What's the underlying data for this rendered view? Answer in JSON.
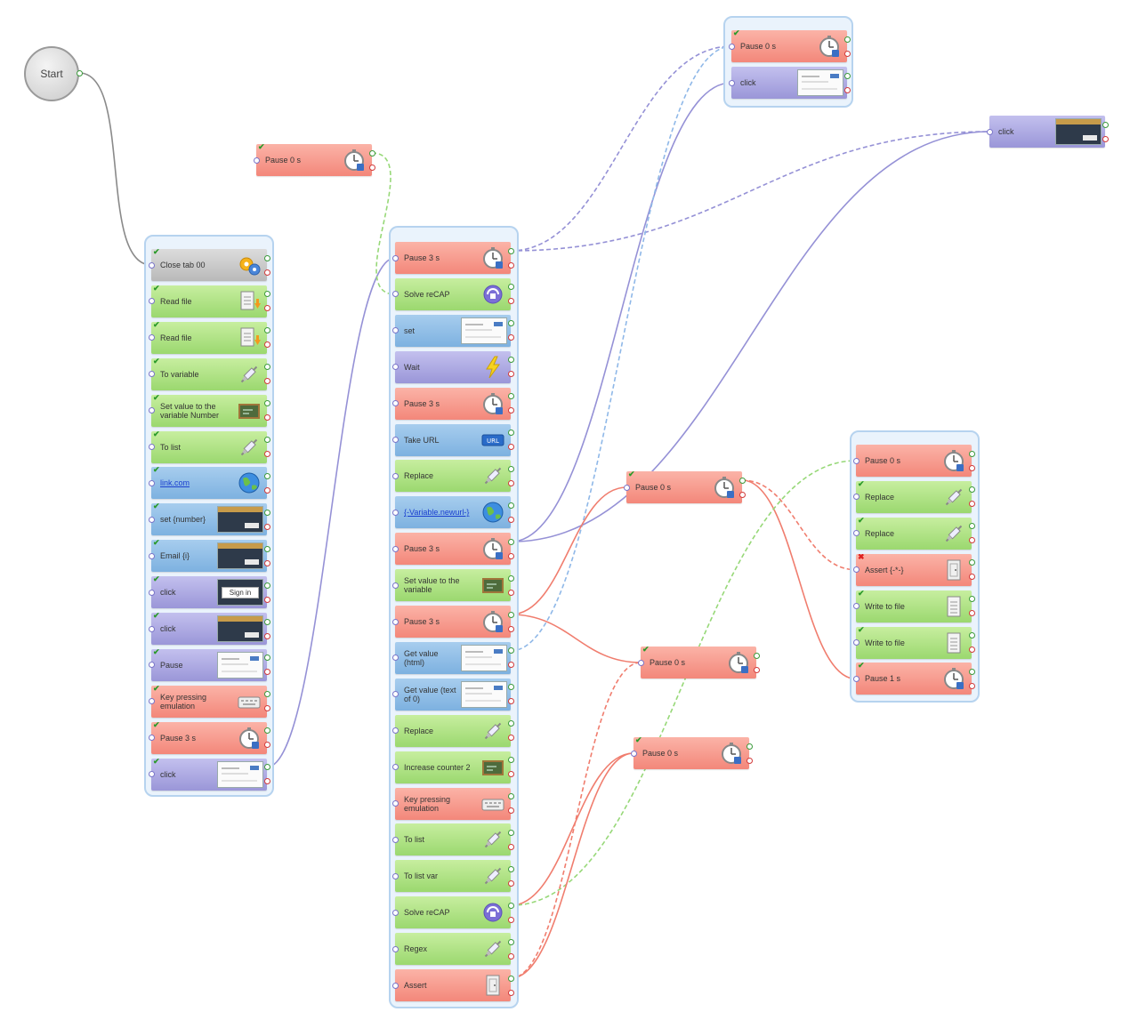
{
  "start": {
    "label": "Start"
  },
  "nodes": [
    {
      "id": "float-pause-top",
      "label": "Pause 0 s",
      "color": "red",
      "icon": "stopwatch-icon",
      "check": true
    },
    {
      "id": "g1-1",
      "label": "Close tab 00",
      "color": "gray",
      "icon": "gears-icon",
      "check": true
    },
    {
      "id": "g1-2",
      "label": "Read file",
      "color": "green",
      "icon": "file-download-icon",
      "check": true
    },
    {
      "id": "g1-3",
      "label": "Read file",
      "color": "green",
      "icon": "file-download-icon",
      "check": true
    },
    {
      "id": "g1-4",
      "label": "To variable",
      "color": "green",
      "icon": "syringe-icon",
      "check": true
    },
    {
      "id": "g1-5",
      "label": "Set value to the variable Number",
      "color": "green",
      "icon": "chalkboard-icon",
      "check": true
    },
    {
      "id": "g1-6",
      "label": "To list",
      "color": "green",
      "icon": "syringe-icon",
      "check": true
    },
    {
      "id": "g1-7",
      "label": "link.com",
      "color": "blue",
      "icon": "globe-icon",
      "check": true,
      "link": true
    },
    {
      "id": "g1-8",
      "label": "set {number}",
      "color": "blue",
      "icon": "thumb-dark-icon",
      "check": true
    },
    {
      "id": "g1-9",
      "label": "Email {i}",
      "color": "blue",
      "icon": "thumb-dark-icon",
      "check": true
    },
    {
      "id": "g1-10",
      "label": "click",
      "color": "purple",
      "icon": "thumb-signin-icon",
      "thumb_text": "Sign in",
      "check": true
    },
    {
      "id": "g1-11",
      "label": "click",
      "color": "purple",
      "icon": "thumb-dark-icon",
      "check": true
    },
    {
      "id": "g1-12",
      "label": "Pause",
      "color": "purple",
      "icon": "thumb-light-icon",
      "check": true
    },
    {
      "id": "g1-13",
      "label": "Key pressing emulation",
      "color": "red",
      "icon": "keyboard-icon",
      "check": true
    },
    {
      "id": "g1-14",
      "label": "Pause 3 s",
      "color": "red",
      "icon": "stopwatch-icon",
      "check": true
    },
    {
      "id": "g1-15",
      "label": "click",
      "color": "purple",
      "icon": "thumb-light-icon",
      "check": true
    },
    {
      "id": "g2-1",
      "label": "Pause 3 s",
      "color": "red",
      "icon": "stopwatch-icon",
      "check": false
    },
    {
      "id": "g2-2",
      "label": "Solve reCAP",
      "color": "green",
      "icon": "recaptcha-icon",
      "check": false
    },
    {
      "id": "g2-3",
      "label": "set",
      "color": "blue",
      "icon": "thumb-light-icon",
      "check": false
    },
    {
      "id": "g2-4",
      "label": "Wait",
      "color": "purple",
      "icon": "lightning-icon",
      "check": false
    },
    {
      "id": "g2-5",
      "label": "Pause 3 s",
      "color": "red",
      "icon": "stopwatch-icon",
      "check": false
    },
    {
      "id": "g2-6",
      "label": "Take URL",
      "color": "blue",
      "icon": "url-icon",
      "check": false
    },
    {
      "id": "g2-7",
      "label": "Replace",
      "color": "green",
      "icon": "syringe-icon",
      "check": false
    },
    {
      "id": "g2-8",
      "label": "{-Variable.newurl-}",
      "color": "blue",
      "icon": "globe-icon",
      "check": false,
      "link": true
    },
    {
      "id": "g2-9",
      "label": "Pause 3 s",
      "color": "red",
      "icon": "stopwatch-icon",
      "check": false
    },
    {
      "id": "g2-10",
      "label": "Set value to the variable",
      "color": "green",
      "icon": "chalkboard-icon",
      "check": false
    },
    {
      "id": "g2-11",
      "label": "Pause 3 s",
      "color": "red",
      "icon": "stopwatch-icon",
      "check": false
    },
    {
      "id": "g2-12",
      "label": "Get value (html)",
      "color": "blue",
      "icon": "thumb-light-icon",
      "check": false
    },
    {
      "id": "g2-13",
      "label": "Get value (text of 0)",
      "color": "blue",
      "icon": "thumb-light-icon",
      "check": false
    },
    {
      "id": "g2-14",
      "label": "Replace",
      "color": "green",
      "icon": "syringe-icon",
      "check": false
    },
    {
      "id": "g2-15",
      "label": "Increase counter 2",
      "color": "green",
      "icon": "chalkboard-icon",
      "check": false
    },
    {
      "id": "g2-16",
      "label": "Key pressing emulation",
      "color": "red",
      "icon": "keyboard-icon",
      "check": false
    },
    {
      "id": "g2-17",
      "label": "To list",
      "color": "green",
      "icon": "syringe-icon",
      "check": false
    },
    {
      "id": "g2-18",
      "label": "To list var",
      "color": "green",
      "icon": "syringe-icon",
      "check": false
    },
    {
      "id": "g2-19",
      "label": "Solve reCAP",
      "color": "green",
      "icon": "recaptcha-icon",
      "check": false
    },
    {
      "id": "g2-20",
      "label": "Regex",
      "color": "green",
      "icon": "syringe-icon",
      "check": false
    },
    {
      "id": "g2-21",
      "label": "Assert",
      "color": "red",
      "icon": "door-icon",
      "check": false
    },
    {
      "id": "g3-1",
      "label": "Pause 0 s",
      "color": "red",
      "icon": "stopwatch-icon",
      "check": true
    },
    {
      "id": "g3-2",
      "label": "click",
      "color": "purple",
      "icon": "thumb-light-icon",
      "check": false
    },
    {
      "id": "float-pause-mid",
      "label": "Pause 0 s",
      "color": "red",
      "icon": "stopwatch-icon",
      "check": true
    },
    {
      "id": "float-click-right",
      "label": "click",
      "color": "purple",
      "icon": "thumb-dark-icon",
      "check": false
    },
    {
      "id": "float-pause-low1",
      "label": "Pause 0 s",
      "color": "red",
      "icon": "stopwatch-icon",
      "check": true
    },
    {
      "id": "float-pause-low2",
      "label": "Pause 0 s",
      "color": "red",
      "icon": "stopwatch-icon",
      "check": true
    },
    {
      "id": "g4-1",
      "label": "Pause 0 s",
      "color": "red",
      "icon": "stopwatch-icon",
      "check": false
    },
    {
      "id": "g4-2",
      "label": "Replace",
      "color": "green",
      "icon": "syringe-icon",
      "check": true
    },
    {
      "id": "g4-3",
      "label": "Replace",
      "color": "green",
      "icon": "syringe-icon",
      "check": true
    },
    {
      "id": "g4-4",
      "label": "Assert {-*-}",
      "color": "red",
      "icon": "door-icon",
      "check": false,
      "error": true
    },
    {
      "id": "g4-5",
      "label": "Write to file",
      "color": "green",
      "icon": "file-icon",
      "check": true
    },
    {
      "id": "g4-6",
      "label": "Write to file",
      "color": "green",
      "icon": "file-icon",
      "check": true
    },
    {
      "id": "g4-7",
      "label": "Pause 1 s",
      "color": "red",
      "icon": "stopwatch-icon",
      "check": true
    }
  ],
  "connections": [
    {
      "from": "start",
      "to": "g1-1",
      "color": "#8a8a8a",
      "style": "solid"
    },
    {
      "from": "g1-15",
      "to": "g2-1",
      "color": "#9591d6",
      "style": "solid"
    },
    {
      "from": "float-pause-top",
      "to": "g2-2",
      "color": "#97d878",
      "style": "dashed"
    },
    {
      "from": "g2-1",
      "to": "g3-1",
      "color": "#9591d6",
      "style": "dashed"
    },
    {
      "from": "g2-1",
      "to": "float-click-right",
      "color": "#9591d6",
      "style": "dashed"
    },
    {
      "from": "g2-9",
      "to": "g3-2",
      "color": "#9591d6",
      "style": "solid"
    },
    {
      "from": "g2-9",
      "to": "float-click-right",
      "color": "#9591d6",
      "style": "solid"
    },
    {
      "from": "g2-12",
      "to": "g3-1",
      "color": "#8fb8e8",
      "style": "dashed"
    },
    {
      "from": "g2-11",
      "to": "float-pause-mid",
      "color": "#f07d6e",
      "style": "solid"
    },
    {
      "from": "g2-11",
      "to": "float-pause-low1",
      "color": "#f07d6e",
      "style": "solid"
    },
    {
      "from": "float-pause-mid",
      "to": "g4-4",
      "color": "#f07d6e",
      "style": "dashed"
    },
    {
      "from": "float-pause-mid",
      "to": "g4-7",
      "color": "#f07d6e",
      "style": "solid"
    },
    {
      "from": "g2-19",
      "to": "float-pause-low2",
      "color": "#f07d6e",
      "style": "solid"
    },
    {
      "from": "g2-19",
      "to": "g4-1",
      "color": "#97d878",
      "style": "dashed"
    },
    {
      "from": "g2-21",
      "to": "float-pause-low1",
      "color": "#f07d6e",
      "style": "dashed"
    },
    {
      "from": "g2-21",
      "to": "float-pause-low2",
      "color": "#f07d6e",
      "style": "solid"
    }
  ],
  "colors": {
    "red": "#f3877a",
    "green": "#9bd86f",
    "blue": "#7db1e0",
    "purple": "#9a96d8",
    "gray": "#b9b9b9",
    "group_border": "#b6d3ef",
    "group_fill": "#eaf3fc"
  }
}
